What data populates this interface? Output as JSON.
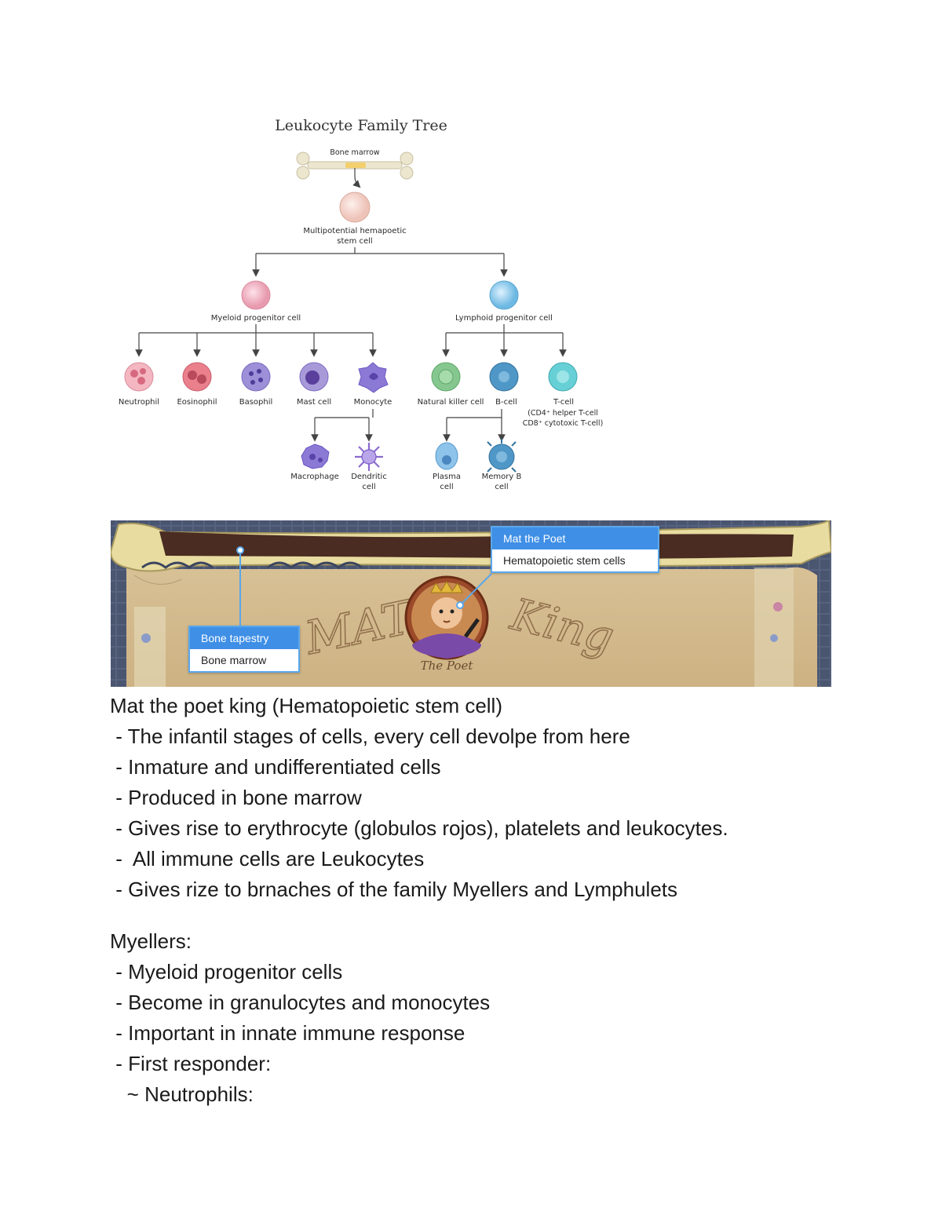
{
  "diagram": {
    "title": "Leukocyte Family Tree",
    "bone_label": "Bone marrow",
    "stem_label_1": "Multipotential hemapoetic",
    "stem_label_2": "stem cell",
    "myeloid_label": "Myeloid progenitor cell",
    "lymphoid_label": "Lymphoid progenitor cell",
    "myeloid_cells": [
      "Neutrophil",
      "Eosinophil",
      "Basophil",
      "Mast cell",
      "Monocyte"
    ],
    "lymphoid_cells": [
      "Natural killer cell",
      "B-cell",
      "T-cell"
    ],
    "tcell_note_1": "(CD4⁺ helper T-cell",
    "tcell_note_2": "CD8⁺ cytotoxic T-cell)",
    "monocyte_children": [
      [
        "Macrophage"
      ],
      [
        "Dendritic",
        "cell"
      ]
    ],
    "bcell_children": [
      [
        "Plasma",
        "cell"
      ],
      [
        "Memory B",
        "cell"
      ]
    ]
  },
  "banner": {
    "callout_right_title": "Mat the Poet",
    "callout_right_body": "Hematopoietic stem cells",
    "callout_left_title": "Bone tapestry",
    "callout_left_body": "Bone marrow",
    "script_left": "MAT",
    "script_right": "King",
    "caption": "The Poet"
  },
  "notes": {
    "lines": [
      "Mat the poet king (Hematopoietic stem cell)",
      " - The infantil stages of cells, every cell devolpe from here",
      " - Inmature and undifferentiated cells",
      " - Produced in bone marrow",
      " - Gives rise to erythrocyte (globulos rojos), platelets and leukocytes.",
      " -  All immune cells are Leukocytes",
      " - Gives rize to brnaches of the family Myellers and Lymphulets",
      "",
      "Myellers:",
      " - Myeloid progenitor cells",
      " - Become in granulocytes and monocytes",
      " - Important in innate immune response",
      " - First responder:",
      "   ~ Neutrophils:"
    ]
  }
}
